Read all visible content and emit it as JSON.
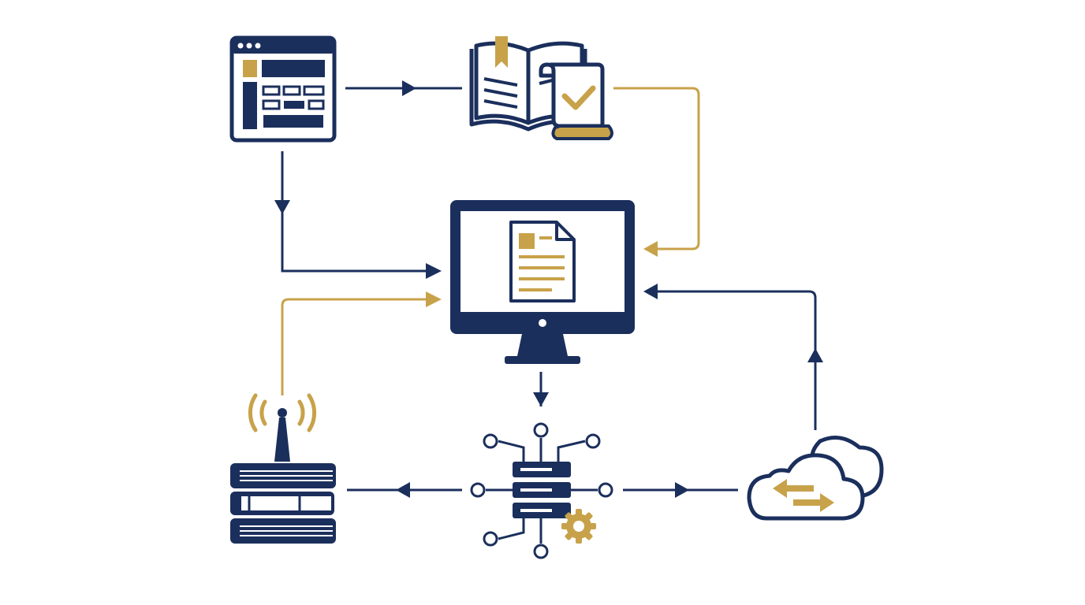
{
  "colors": {
    "navy": "#1b2f5c",
    "gold": "#c8a24a",
    "background": "#ffffff"
  },
  "nodes": [
    {
      "id": "web-app",
      "icon": "browser-window-icon"
    },
    {
      "id": "documentation",
      "icon": "open-book-checklist-icon"
    },
    {
      "id": "workstation",
      "icon": "monitor-document-icon"
    },
    {
      "id": "library",
      "icon": "book-stack-antenna-icon"
    },
    {
      "id": "server-hub",
      "icon": "server-network-gear-icon"
    },
    {
      "id": "cloud-sync",
      "icon": "cloud-transfer-icon"
    }
  ],
  "connections": [
    {
      "from": "web-app",
      "to": "documentation",
      "color": "navy"
    },
    {
      "from": "web-app",
      "to": "workstation",
      "color": "navy"
    },
    {
      "from": "documentation",
      "to": "workstation",
      "color": "gold"
    },
    {
      "from": "library",
      "to": "workstation",
      "color": "gold"
    },
    {
      "from": "workstation",
      "to": "server-hub",
      "color": "navy"
    },
    {
      "from": "server-hub",
      "to": "library",
      "color": "navy"
    },
    {
      "from": "server-hub",
      "to": "cloud-sync",
      "color": "navy"
    },
    {
      "from": "cloud-sync",
      "to": "workstation",
      "color": "navy"
    }
  ]
}
